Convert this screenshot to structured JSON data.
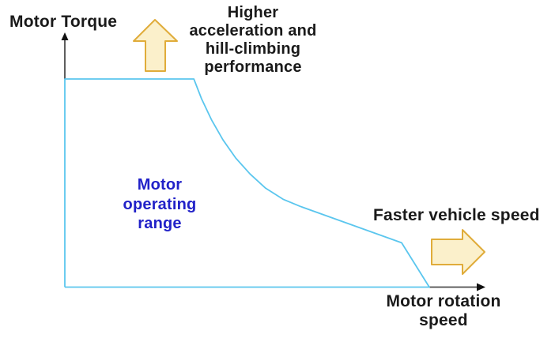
{
  "figure": {
    "y_axis_label": "Motor Torque",
    "x_axis_label": "Motor rotation\nspeed",
    "region_label": "Motor\noperating\nrange",
    "annotation_up": "Higher\nacceleration and\nhill-climbing\nperformance",
    "annotation_right": "Faster vehicle speed",
    "description": "Torque is constant at maximum from zero speed to the base speed, then decays hyperbolically, tapering to zero torque at maximum rotation speed",
    "torque_speed_boundary_normalized": [
      [
        0,
        0
      ],
      [
        0,
        1
      ],
      [
        0.354,
        1
      ],
      [
        0.375,
        0.905
      ],
      [
        0.403,
        0.802
      ],
      [
        0.434,
        0.707
      ],
      [
        0.469,
        0.62
      ],
      [
        0.508,
        0.544
      ],
      [
        0.551,
        0.475
      ],
      [
        0.599,
        0.422
      ],
      [
        0.646,
        0.388
      ],
      [
        0.924,
        0.213
      ],
      [
        1,
        0
      ],
      [
        0,
        0
      ]
    ]
  },
  "colors": {
    "background": "#ffffff",
    "curve": "#5bc6ee",
    "axis": "#4d4d4d",
    "axis_head": "#111111",
    "arrow_fill": "#fbf0cb",
    "arrow_stroke": "#e0ac3a",
    "blue_label": "#2121c8",
    "text": "#1a1a1a"
  }
}
